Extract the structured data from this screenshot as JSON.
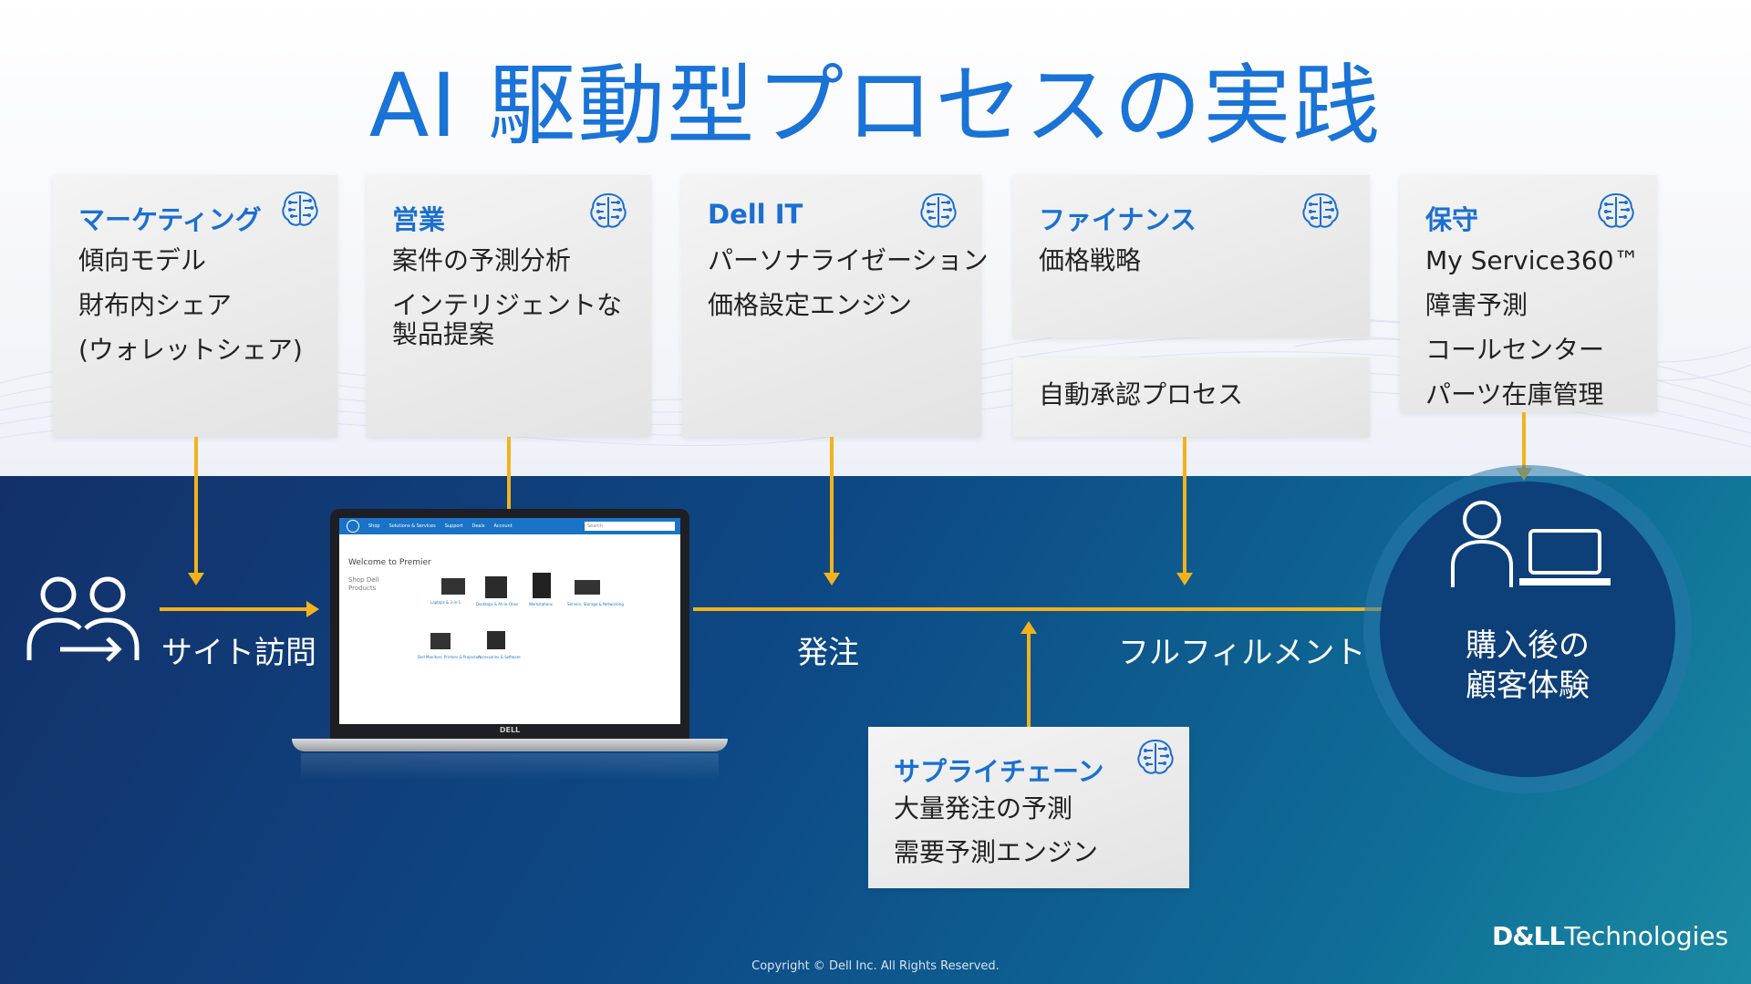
{
  "title": "AI 駆動型プロセスの実践",
  "cards": {
    "marketing": {
      "heading": "マーケティング",
      "lines": [
        "傾向モデル",
        "財布内シェア",
        "(ウォレットシェア)"
      ]
    },
    "sales": {
      "heading": "営業",
      "lines": [
        "案件の予測分析",
        "インテリジェントな",
        "製品提案"
      ]
    },
    "dell_it": {
      "heading": "Dell IT",
      "lines": [
        "パーソナライゼーション",
        "価格設定エンジン"
      ]
    },
    "finance": {
      "heading": "ファイナンス",
      "lines": [
        "価格戦略"
      ]
    },
    "auto_approval": {
      "line": "自動承認プロセス"
    },
    "maintenance": {
      "heading": "保守",
      "lines": [
        "My Service360™",
        "障害予測",
        "コールセンター",
        "パーツ在庫管理"
      ]
    },
    "supply_chain": {
      "heading": "サプライチェーン",
      "lines": [
        "大量発注の予測",
        "需要予測エンジン"
      ]
    }
  },
  "flow": {
    "site_visit": "サイト訪問",
    "order": "発注",
    "fulfillment": "フルフィルメント",
    "post_purchase": [
      "購入後の",
      "顧客体験"
    ]
  },
  "laptop_screen": {
    "nav": [
      "Shop",
      "Solutions & Services",
      "Support",
      "Deals",
      "Account"
    ],
    "search_placeholder": "Search",
    "welcome": "Welcome to Premier",
    "shop_heading": [
      "Shop Dell",
      "Products"
    ],
    "products": [
      "Laptops & 2-in-1",
      "Desktops & All-in-Ones",
      "Workstations",
      "Servers, Storage & Networking",
      "Dell Monitors, Printers & Projectors",
      "Accessories & Software"
    ],
    "brand": "DELL"
  },
  "footer": {
    "copyright": "Copyright © Dell Inc. All Rights Reserved.",
    "logo_bold": "D&LL",
    "logo_rest": "Technologies"
  },
  "colors": {
    "accent_blue": "#1a73d6",
    "arrow_yellow": "#f3b21b",
    "dark_navy": "#13306a"
  },
  "icons": [
    "brain-circuit-icon",
    "users-arrow-icon",
    "person-icon",
    "laptop-icon"
  ]
}
